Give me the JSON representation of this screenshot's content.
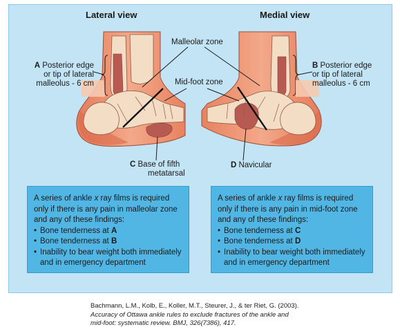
{
  "titles": {
    "lateral": "Lateral view",
    "medial": "Medial view"
  },
  "labels": {
    "a_letter": "A",
    "a_text_1": " Posterior edge",
    "a_text_2": "or tip of lateral",
    "a_text_3": "malleolus - 6 cm",
    "b_letter": "B",
    "b_text_1": " Posterior edge",
    "b_text_2": "or tip of lateral",
    "b_text_3": "malleolus - 6 cm",
    "malleolar_zone": "Malleolar zone",
    "midfoot_zone": "Mid-foot zone",
    "c_letter": "C",
    "c_text_1": " Base of fifth",
    "c_text_2": "metatarsal",
    "d_letter": "D",
    "d_text": " Navicular"
  },
  "boxes": {
    "left": {
      "intro_1": "A series of ankle ",
      "intro_x": "x",
      "intro_2": " ray films is required",
      "intro_3": "only if there is any pain in malleolar zone",
      "intro_4": "and any of these findings:",
      "bullet": "•",
      "item_1_text": "Bone tenderness at ",
      "item_1_letter": "A",
      "item_2_text": "Bone tenderness at ",
      "item_2_letter": "B",
      "item_3_line_1": "Inability to bear weight both immediately",
      "item_3_line_2": "and in emergency department"
    },
    "right": {
      "intro_1": "A series of ankle ",
      "intro_x": "x",
      "intro_2": " ray films is required",
      "intro_3": "only if there is any pain in mid-foot zone",
      "intro_4": "and any of these findings:",
      "bullet": "•",
      "item_1_text": "Bone tenderness at ",
      "item_1_letter": "C",
      "item_2_text": "Bone tenderness at ",
      "item_2_letter": "D",
      "item_3_line_1": "Inability to bear weight both immediately",
      "item_3_line_2": "and in emergency department"
    }
  },
  "citation": {
    "line_1": "Bachmann, L.M., Kolb, E., Koller, M.T., Steurer, J., & ter Riet, G. (2003).",
    "line_2": "Accuracy of Ottawa ankle rules to exclude fractures of the ankle and",
    "line_3": "mid-foot: systematic review. BMJ, 326(7386), 417."
  },
  "colors": {
    "panel_bg": "#c3e4f5",
    "box_bg": "#51b6e3",
    "skin": "#eb8c6b",
    "skin_highlight": "#f6c9b0",
    "bone": "#f4ddc5",
    "zone_mark": "#b75b52"
  }
}
